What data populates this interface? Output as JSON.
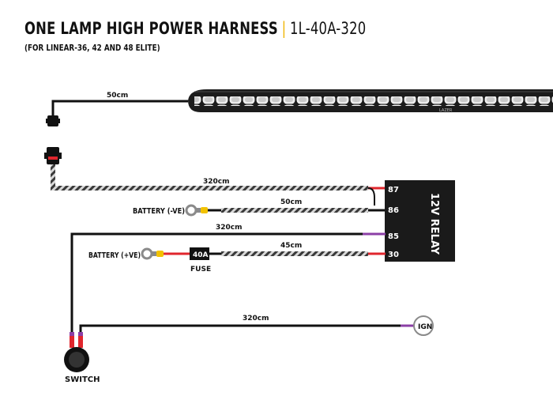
{
  "header": {
    "title": "ONE LAMP HIGH POWER HARNESS",
    "separator": "|",
    "product_code": "1L-40A-320",
    "subtitle": "(FOR LINEAR-36, 42 AND 48 ELITE)"
  },
  "lamp": {
    "brand_mark": "LAZER"
  },
  "relay": {
    "label": "12V RELAY",
    "pins": [
      "87",
      "86",
      "85",
      "30"
    ]
  },
  "wires": {
    "lamp_lead": "50cm",
    "lamp_feed": "320cm",
    "ground_lead": "50cm",
    "switch_feed": "320cm",
    "fused_lead": "45cm",
    "ignition_feed": "320cm"
  },
  "labels": {
    "battery_negative": "BATTERY (-VE)",
    "battery_positive": "BATTERY (+VE)",
    "fuse_rating": "40A",
    "fuse": "FUSE",
    "switch": "SWITCH",
    "ignition": "IGN"
  },
  "colors": {
    "accent": "#f0b400",
    "wire": "#111111",
    "relay_body": "#1a1a1a",
    "red_connector": "#e0262d",
    "purple_connector": "#8b3fa6",
    "yellow_terminal": "#f2c200"
  }
}
